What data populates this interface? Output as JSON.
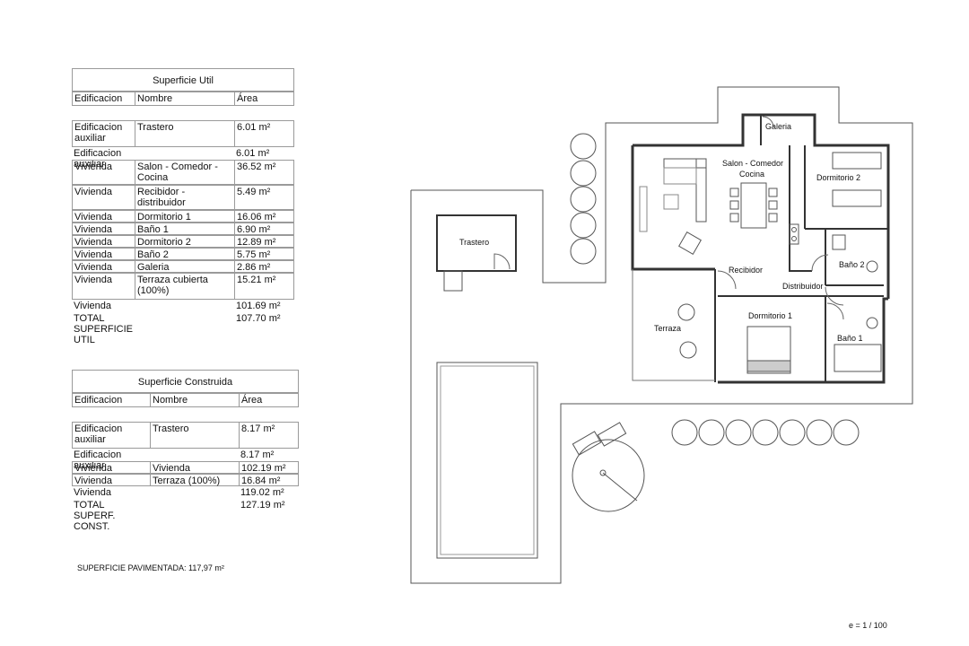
{
  "util": {
    "title": "Superficie Util",
    "headers": [
      "Edificacion",
      "Nombre",
      "Área"
    ],
    "rows": [
      {
        "a": "Edificacion auxiliar",
        "b": "Trastero",
        "c": "6.01 m²"
      },
      {
        "a": "Edificacion auxiliar",
        "b": "",
        "c": "6.01 m²"
      },
      {
        "a": "Vivienda",
        "b": "Salon - Comedor - Cocina",
        "c": "36.52 m²"
      },
      {
        "a": "Vivienda",
        "b": "Recibidor - distribuidor",
        "c": "5.49 m²"
      },
      {
        "a": "Vivienda",
        "b": "Dormitorio 1",
        "c": "16.06 m²"
      },
      {
        "a": "Vivienda",
        "b": "Baño 1",
        "c": "6.90 m²"
      },
      {
        "a": "Vivienda",
        "b": "Dormitorio 2",
        "c": "12.89 m²"
      },
      {
        "a": "Vivienda",
        "b": "Baño 2",
        "c": "5.75 m²"
      },
      {
        "a": "Vivienda",
        "b": "Galeria",
        "c": "2.86 m²"
      },
      {
        "a": "Vivienda",
        "b": "Terraza cubierta (100%)",
        "c": "15.21 m²"
      },
      {
        "a": "Vivienda",
        "b": "",
        "c": "101.69 m²"
      },
      {
        "a": "TOTAL SUPERFICIE UTIL",
        "b": "",
        "c": "107.70 m²"
      }
    ]
  },
  "construida": {
    "title": "Superficie Construida",
    "headers": [
      "Edificacion",
      "Nombre",
      "Área"
    ],
    "rows": [
      {
        "a": "Edificacion auxiliar",
        "b": "Trastero",
        "c": "8.17 m²"
      },
      {
        "a": "Edificacion auxiliar",
        "b": "",
        "c": "8.17 m²"
      },
      {
        "a": "Vivienda",
        "b": "Vivienda",
        "c": "102.19 m²"
      },
      {
        "a": "Vivienda",
        "b": "Terraza (100%)",
        "c": "16.84 m²"
      },
      {
        "a": "Vivienda",
        "b": "",
        "c": "119.02 m²"
      },
      {
        "a": "TOTAL SUPERF. CONST.",
        "b": "",
        "c": "127.19 m²"
      }
    ]
  },
  "note": "SUPERFICIE PAVIMENTADA: 117,97 m²",
  "scale": "e = 1 / 100",
  "plan": {
    "galeria": "Galeria",
    "salon_1": "Salon - Comedor",
    "salon_2": "Cocina",
    "dormitorio2": "Dormitorio 2",
    "trastero": "Trastero",
    "recibidor": "Recibidor",
    "bano2": "Baño 2",
    "distribuidor": "Distribuidor",
    "terraza": "Terraza",
    "dormitorio1": "Dormitorio 1",
    "bano1": "Baño 1"
  }
}
